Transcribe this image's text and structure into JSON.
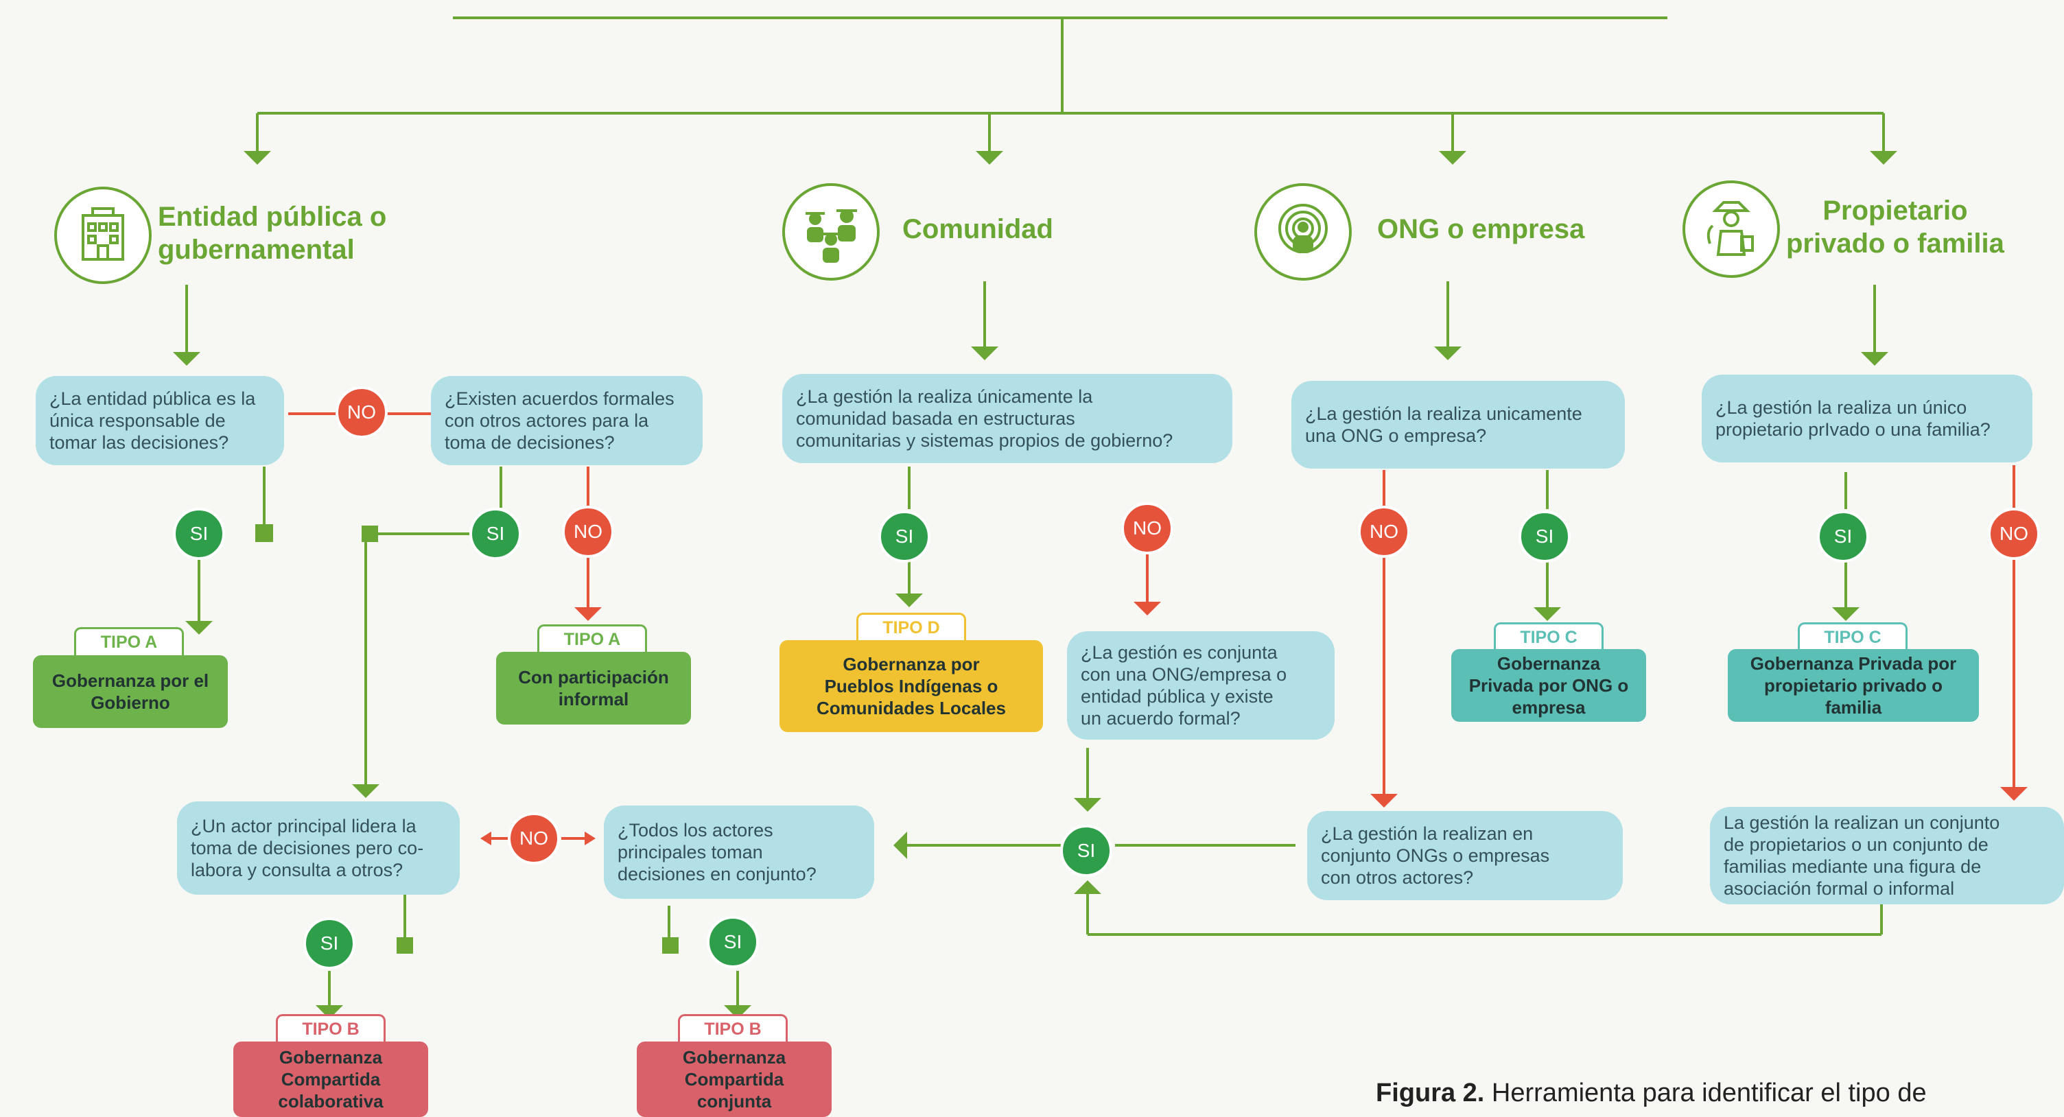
{
  "colors": {
    "green": "#6aa634",
    "red": "#e5533a",
    "si": "#2e9e4a",
    "question": "#b2e0e6",
    "tipo_a": "#6db24a",
    "tipo_b": "#d9626a",
    "tipo_c": "#5bbfb5",
    "tipo_d": "#f0c232"
  },
  "headers": {
    "publica": "Entidad pública o\ngubernamental",
    "comunidad": "Comunidad",
    "ong": "ONG o empresa",
    "propietario": "Propietario\nprivado o familia"
  },
  "icons": {
    "publica": "building-icon",
    "comunidad": "people-icon",
    "ong": "signal-person-icon",
    "propietario": "farmer-icon"
  },
  "questions": {
    "q1": "¿La entidad pública es la\núnica responsable de\ntomar las decisiones?",
    "q2": "¿Existen acuerdos formales\ncon otros actores para la\ntoma de decisiones?",
    "q3": "¿La gestión la realiza únicamente la\ncomunidad basada en estructuras\ncomunitarias y sistemas propios de gobierno?",
    "q4": "¿La gestión la realiza unicamente\nuna ONG o empresa?",
    "q5": "¿La gestión la realiza un único\npropietario prIvado o una familia?",
    "q6": "¿La gestión es conjunta\ncon una ONG/empresa o\nentidad pública y existe\nun acuerdo formal?",
    "q7": "¿Un actor principal lidera la\ntoma de decisiones pero co-\nlabora y consulta a otros?",
    "q8": "¿Todos los actores\nprincipales toman\ndecisiones en conjunto?",
    "q9": "¿La gestión la realizan en\nconjunto ONGs o empresas\ncon otros actores?",
    "q10": "La gestión la realizan un conjunto\nde propietarios o un conjunto de\nfamilias mediante una figura de\nasociación formal o informal"
  },
  "answers": {
    "si": "SI",
    "no": "NO"
  },
  "results": {
    "r1": {
      "tag": "TIPO A",
      "label": "Gobernanza por el\nGobierno"
    },
    "r2": {
      "tag": "TIPO A",
      "label": "Con participación\ninformal"
    },
    "r3": {
      "tag": "TIPO D",
      "label": "Gobernanza por\nPueblos Indígenas o\nComunidades Locales"
    },
    "r4": {
      "tag": "TIPO C",
      "label": "Gobernanza\nPrivada por ONG o\nempresa"
    },
    "r5": {
      "tag": "TIPO C",
      "label": "Gobernanza Privada por\npropietario privado o\nfamilia"
    },
    "r6": {
      "tag": "TIPO B",
      "label": "Gobernanza\nCompartida\ncolaborativa"
    },
    "r7": {
      "tag": "TIPO B",
      "label": "Gobernanza\nCompartida\nconjunta"
    }
  },
  "caption": {
    "bold": "Figura 2.",
    "text": " Herramienta para identificar el tipo de"
  }
}
